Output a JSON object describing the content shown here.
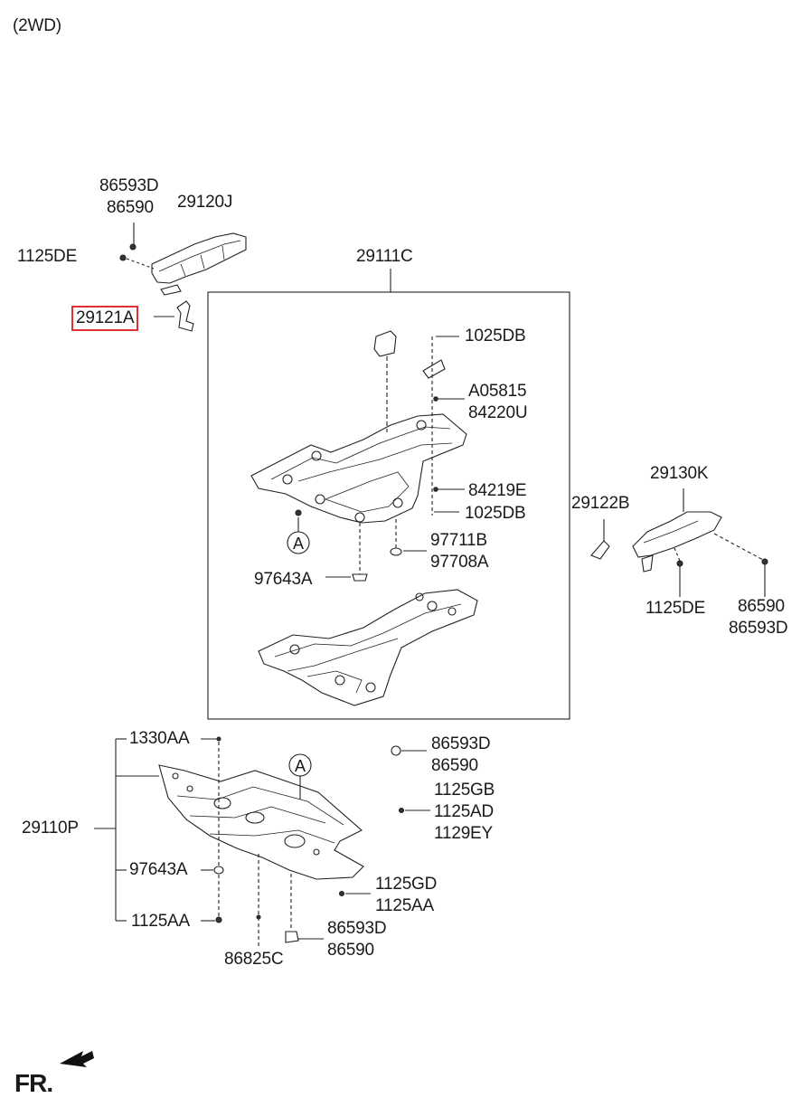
{
  "header": {
    "variant": "(2WD)"
  },
  "footer": {
    "direction": "FR."
  },
  "highlight_color": "#e03030",
  "callouts": {
    "a_top": "A",
    "a_bottom": "A"
  },
  "labels": {
    "l_86593D_tl": "86593D",
    "l_86590_tl": "86590",
    "l_29120J": "29120J",
    "l_1125DE_tl": "1125DE",
    "l_29121A": "29121A",
    "l_29111C": "29111C",
    "l_1025DB_top": "1025DB",
    "l_A05815": "A05815",
    "l_84220U": "84220U",
    "l_84219E": "84219E",
    "l_1025DB_bot": "1025DB",
    "l_97711B": "97711B",
    "l_97708A": "97708A",
    "l_97643A_box": "97643A",
    "l_29122B": "29122B",
    "l_29130K": "29130K",
    "l_1125DE_r": "1125DE",
    "l_86590_r": "86590",
    "l_86593D_r": "86593D",
    "l_1330AA": "1330AA",
    "l_29110P": "29110P",
    "l_97643A_low": "97643A",
    "l_1125AA_low": "1125AA",
    "l_86825C": "86825C",
    "l_86593D_m1": "86593D",
    "l_86590_m1": "86590",
    "l_1125GB": "1125GB",
    "l_1125AD": "1125AD",
    "l_1129EY": "1129EY",
    "l_1125GD": "1125GD",
    "l_1125AA_m": "1125AA",
    "l_86593D_m2": "86593D",
    "l_86590_m2": "86590"
  }
}
